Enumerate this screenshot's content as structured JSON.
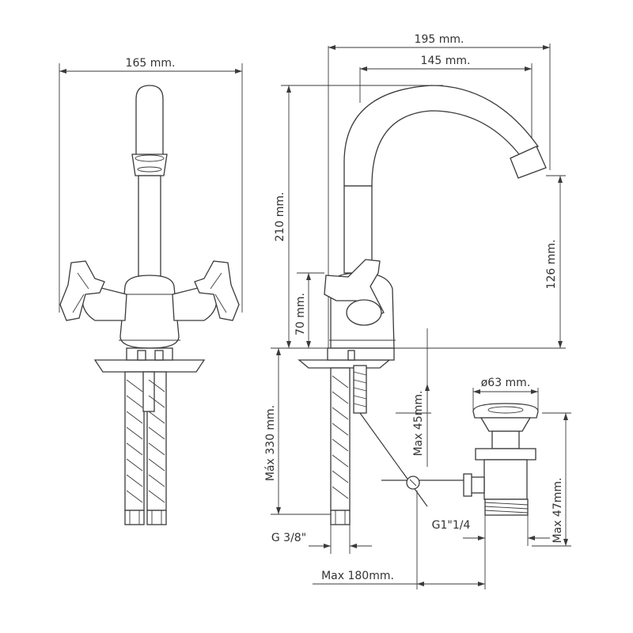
{
  "dimensions": {
    "front_width": "165 mm.",
    "total_reach": "195 mm.",
    "spout_reach": "145 mm.",
    "total_height": "210 mm.",
    "spout_clearance": "126 mm.",
    "handle_height": "70 mm.",
    "hose_length": "Máx 330 mm.",
    "hose_thread": "G 3/8\"",
    "rod_length": "Max 45mm.",
    "waste_diameter": "ø63 mm.",
    "waste_thread": "G1\"1/4",
    "waste_height": "Max 47mm.",
    "waste_distance": "Max 180mm."
  }
}
